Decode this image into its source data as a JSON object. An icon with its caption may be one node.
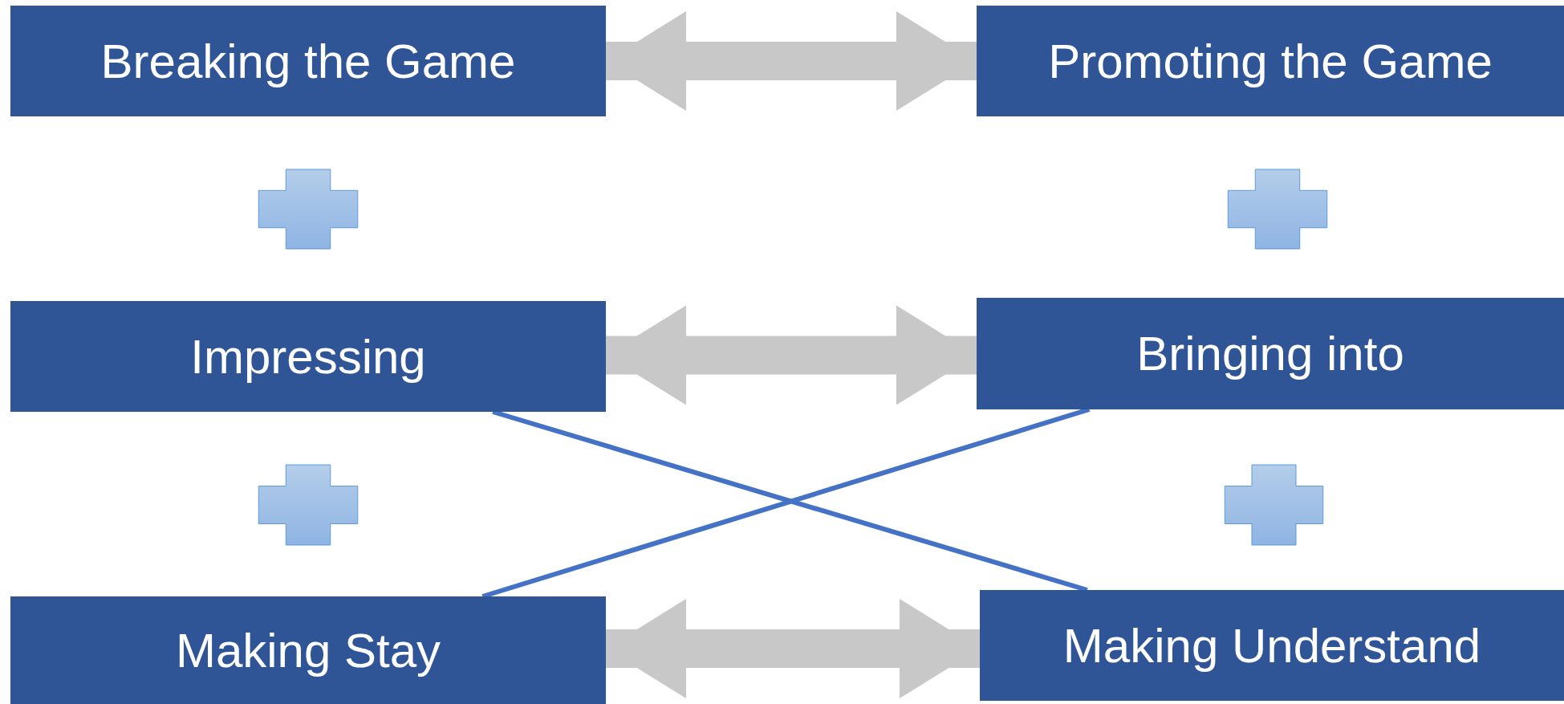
{
  "diagram": {
    "nodes": [
      {
        "text": [
          "Breaking the Game"
        ]
      },
      {
        "text": [
          "Promoting the Game"
        ]
      },
      {
        "text": [],
        "shape": "plus"
      },
      {
        "text": [],
        "shape": "plus"
      },
      {
        "text": [
          "Impressing"
        ]
      },
      {
        "text": [
          "Bringing into"
        ]
      },
      {
        "text": [],
        "shape": "plus"
      },
      {
        "text": [],
        "shape": "plus"
      },
      {
        "text": [
          "Making Stay"
        ]
      },
      {
        "text": [
          "Making Understand"
        ]
      }
    ],
    "edges": [
      {
        "from": 0,
        "to": 1,
        "arrow": "both"
      },
      {
        "from": 4,
        "to": 5,
        "arrow": "both"
      },
      {
        "from": 8,
        "to": 9,
        "arrow": "both"
      },
      {
        "from": 4,
        "to": 9,
        "arrow": "none",
        "color": "#4472c4"
      },
      {
        "from": 5,
        "to": 8,
        "arrow": "none",
        "color": "#4472c4"
      }
    ]
  }
}
